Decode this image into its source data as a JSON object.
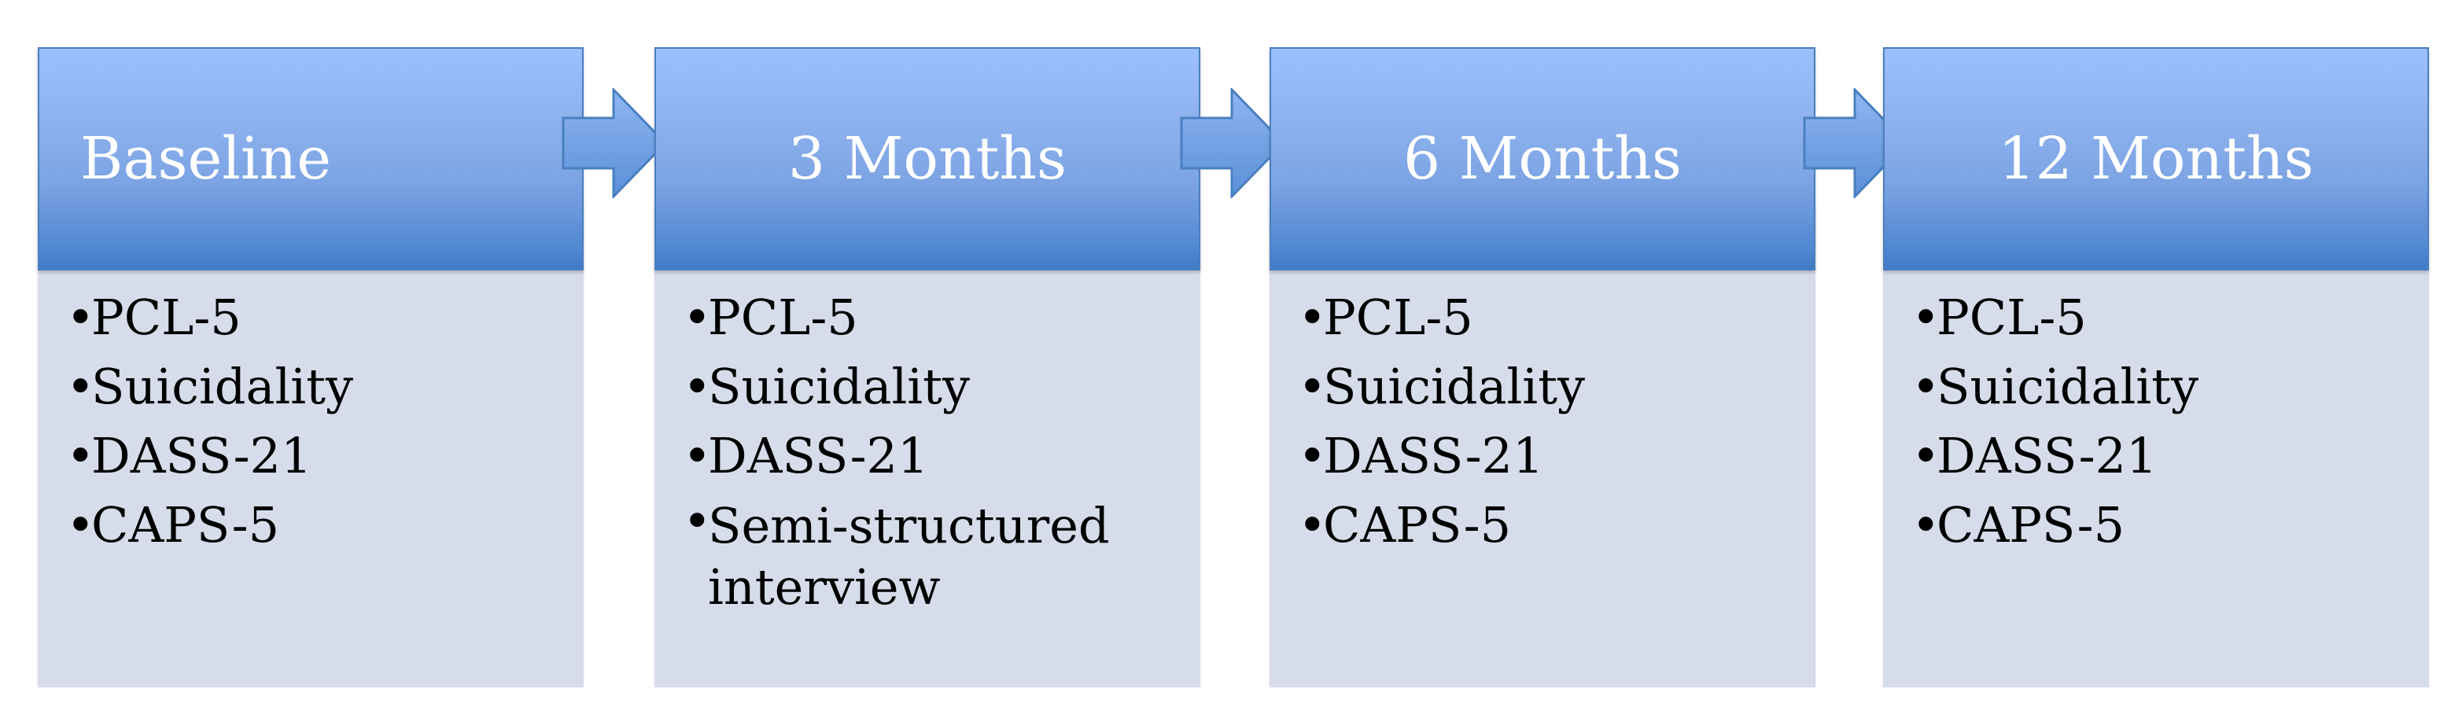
{
  "timeline": {
    "stages": [
      {
        "title": "Baseline",
        "items": [
          "PCL-5",
          "Suicidality",
          "DASS-21",
          "CAPS-5"
        ]
      },
      {
        "title": "3 Months",
        "items": [
          "PCL-5",
          "Suicidality",
          "DASS-21",
          "Semi-structured interview"
        ]
      },
      {
        "title": "6 Months",
        "items": [
          "PCL-5",
          "Suicidality",
          "DASS-21",
          "CAPS-5"
        ]
      },
      {
        "title": "12 Months",
        "items": [
          "PCL-5",
          "Suicidality",
          "DASS-21",
          "CAPS-5"
        ]
      }
    ],
    "bullet": "•",
    "colors": {
      "header_top": "#9cc0fb",
      "header_bottom": "#427ac6",
      "header_border": "#4a7fbf",
      "body_fill": "#d6dcea",
      "arrow_fill": "#6e9de2",
      "text_header": "#ffffff",
      "text_body": "#000000"
    }
  }
}
